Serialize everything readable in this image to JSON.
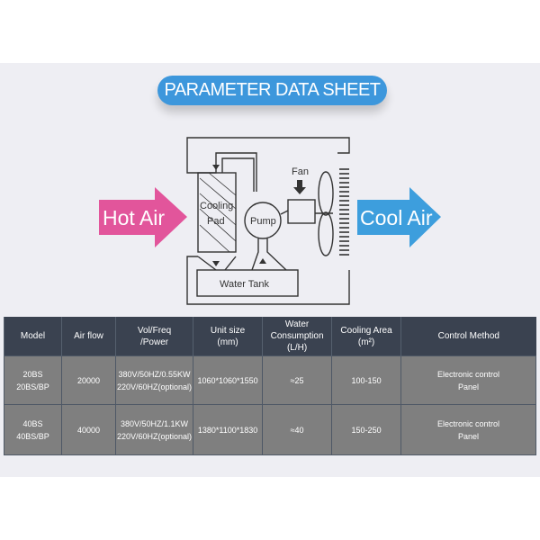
{
  "title": "PARAMETER DATA SHEET",
  "diagram": {
    "hot_air": "Hot Air",
    "cool_air": "Cool Air",
    "cooling_pad_line1": "Cooling",
    "cooling_pad_line2": "Pad",
    "pump": "Pump",
    "fan": "Fan",
    "water_tank": "Water Tank",
    "colors": {
      "hot": "#e2559b",
      "cool": "#3d9edd",
      "title": "#3d97dc"
    }
  },
  "table": {
    "headers": [
      [
        "Model"
      ],
      [
        "Air flow"
      ],
      [
        "Vol/Freq",
        "/Power"
      ],
      [
        "Unit size",
        "(mm)"
      ],
      [
        "Water",
        "Consumption",
        "(L/H)"
      ],
      [
        "Cooling Area",
        "(m²)"
      ],
      [
        "Control Method"
      ]
    ],
    "rows": [
      [
        [
          "20BS",
          "20BS/BP"
        ],
        [
          "20000"
        ],
        [
          "380V/50HZ/0.55KW",
          "220V/60HZ(optional)"
        ],
        [
          "1060*1060*1550"
        ],
        [
          "≈25"
        ],
        [
          "100-150"
        ],
        [
          "Electronic control",
          "Panel"
        ]
      ],
      [
        [
          "40BS",
          "40BS/BP"
        ],
        [
          "40000"
        ],
        [
          "380V/50HZ/1.1KW",
          "220V/60HZ(optional)"
        ],
        [
          "1380*1100*1830"
        ],
        [
          "≈40"
        ],
        [
          "150-250"
        ],
        [
          "Electronic control",
          "Panel"
        ]
      ]
    ]
  }
}
